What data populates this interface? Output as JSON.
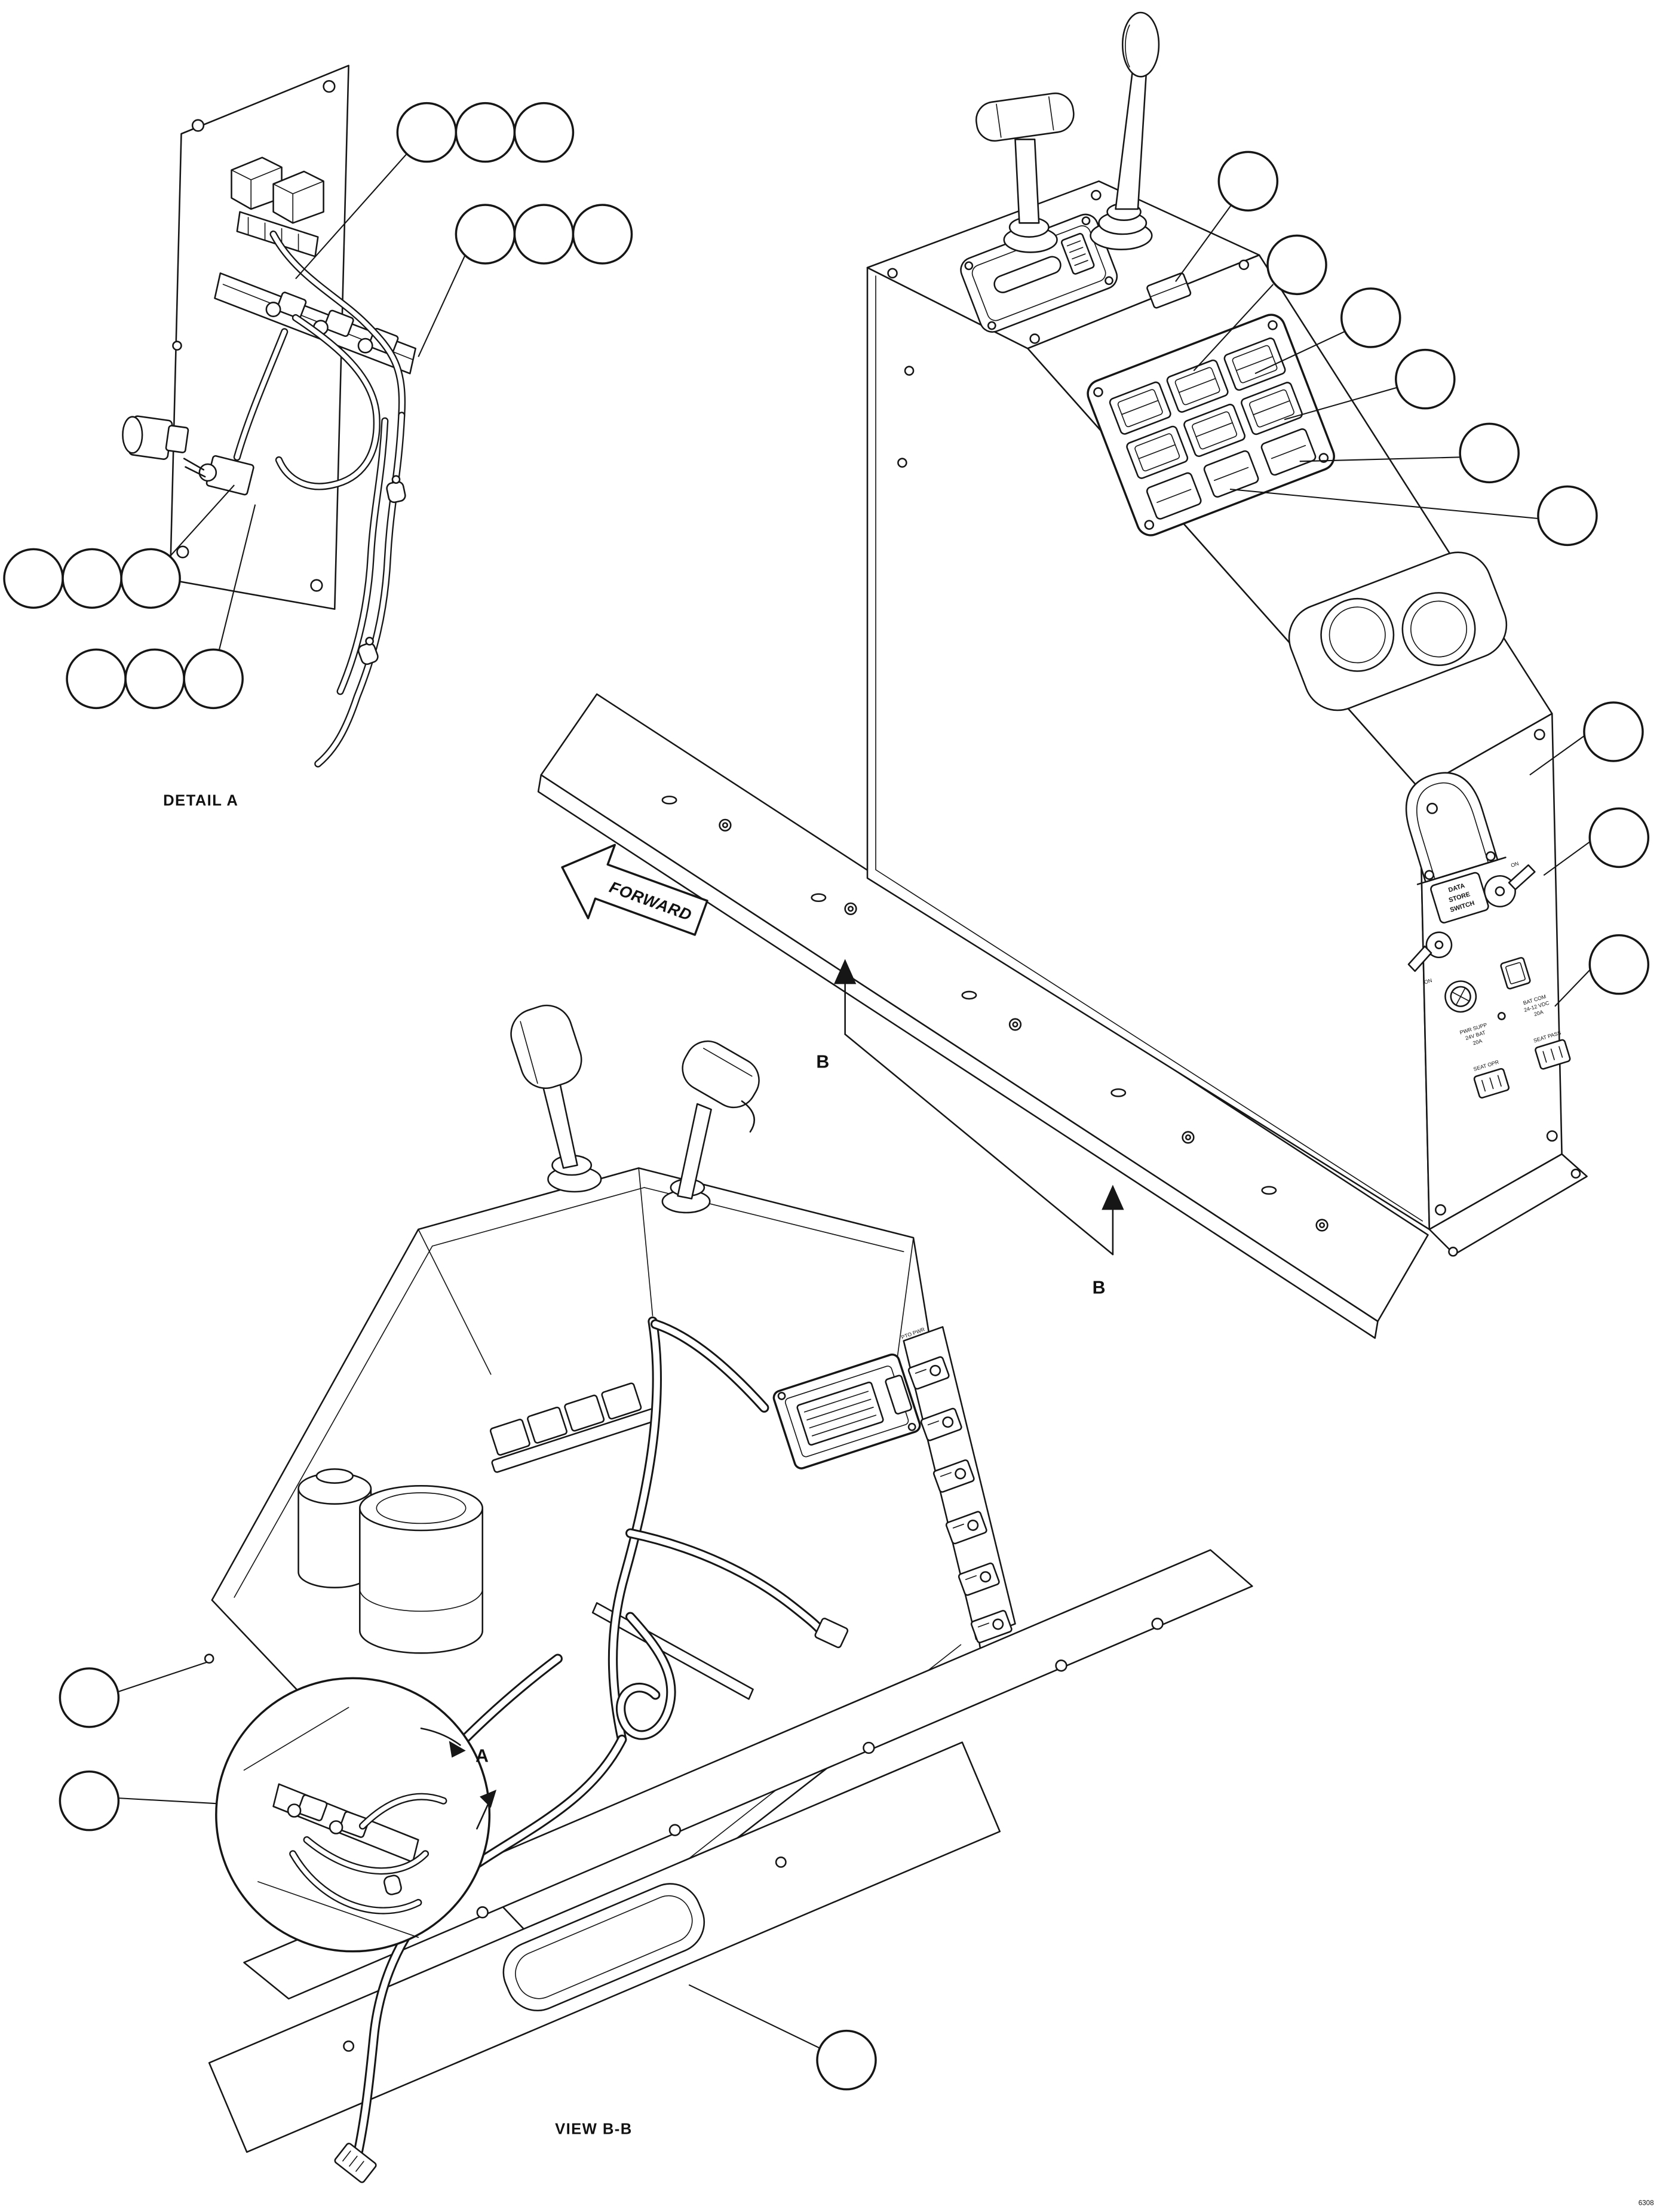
{
  "drawing": {
    "detail_a_caption": "DETAIL A",
    "view_bb_caption": "VIEW B-B",
    "forward_arrow": "FORWARD",
    "section_marker_upper": "B",
    "section_marker_lower": "B",
    "detail_reference": "A",
    "sheet_number": "6308"
  },
  "console_front_panel": {
    "data_store_decal": [
      "DATA",
      "STORE",
      "SWITCH"
    ],
    "left_switch_label": "ON",
    "right_switch_label": "ON",
    "power_decal_left": [
      "PWR SUPP",
      "24V BAT",
      "20A"
    ],
    "power_decal_right": [
      "BAT COM",
      "24-12 VDC",
      "20A"
    ],
    "seat_operator_label": "SEAT OPR",
    "seat_passenger_label": "SEAT PASS"
  },
  "breaker_panel": {
    "top_label": "PTO PWR"
  }
}
